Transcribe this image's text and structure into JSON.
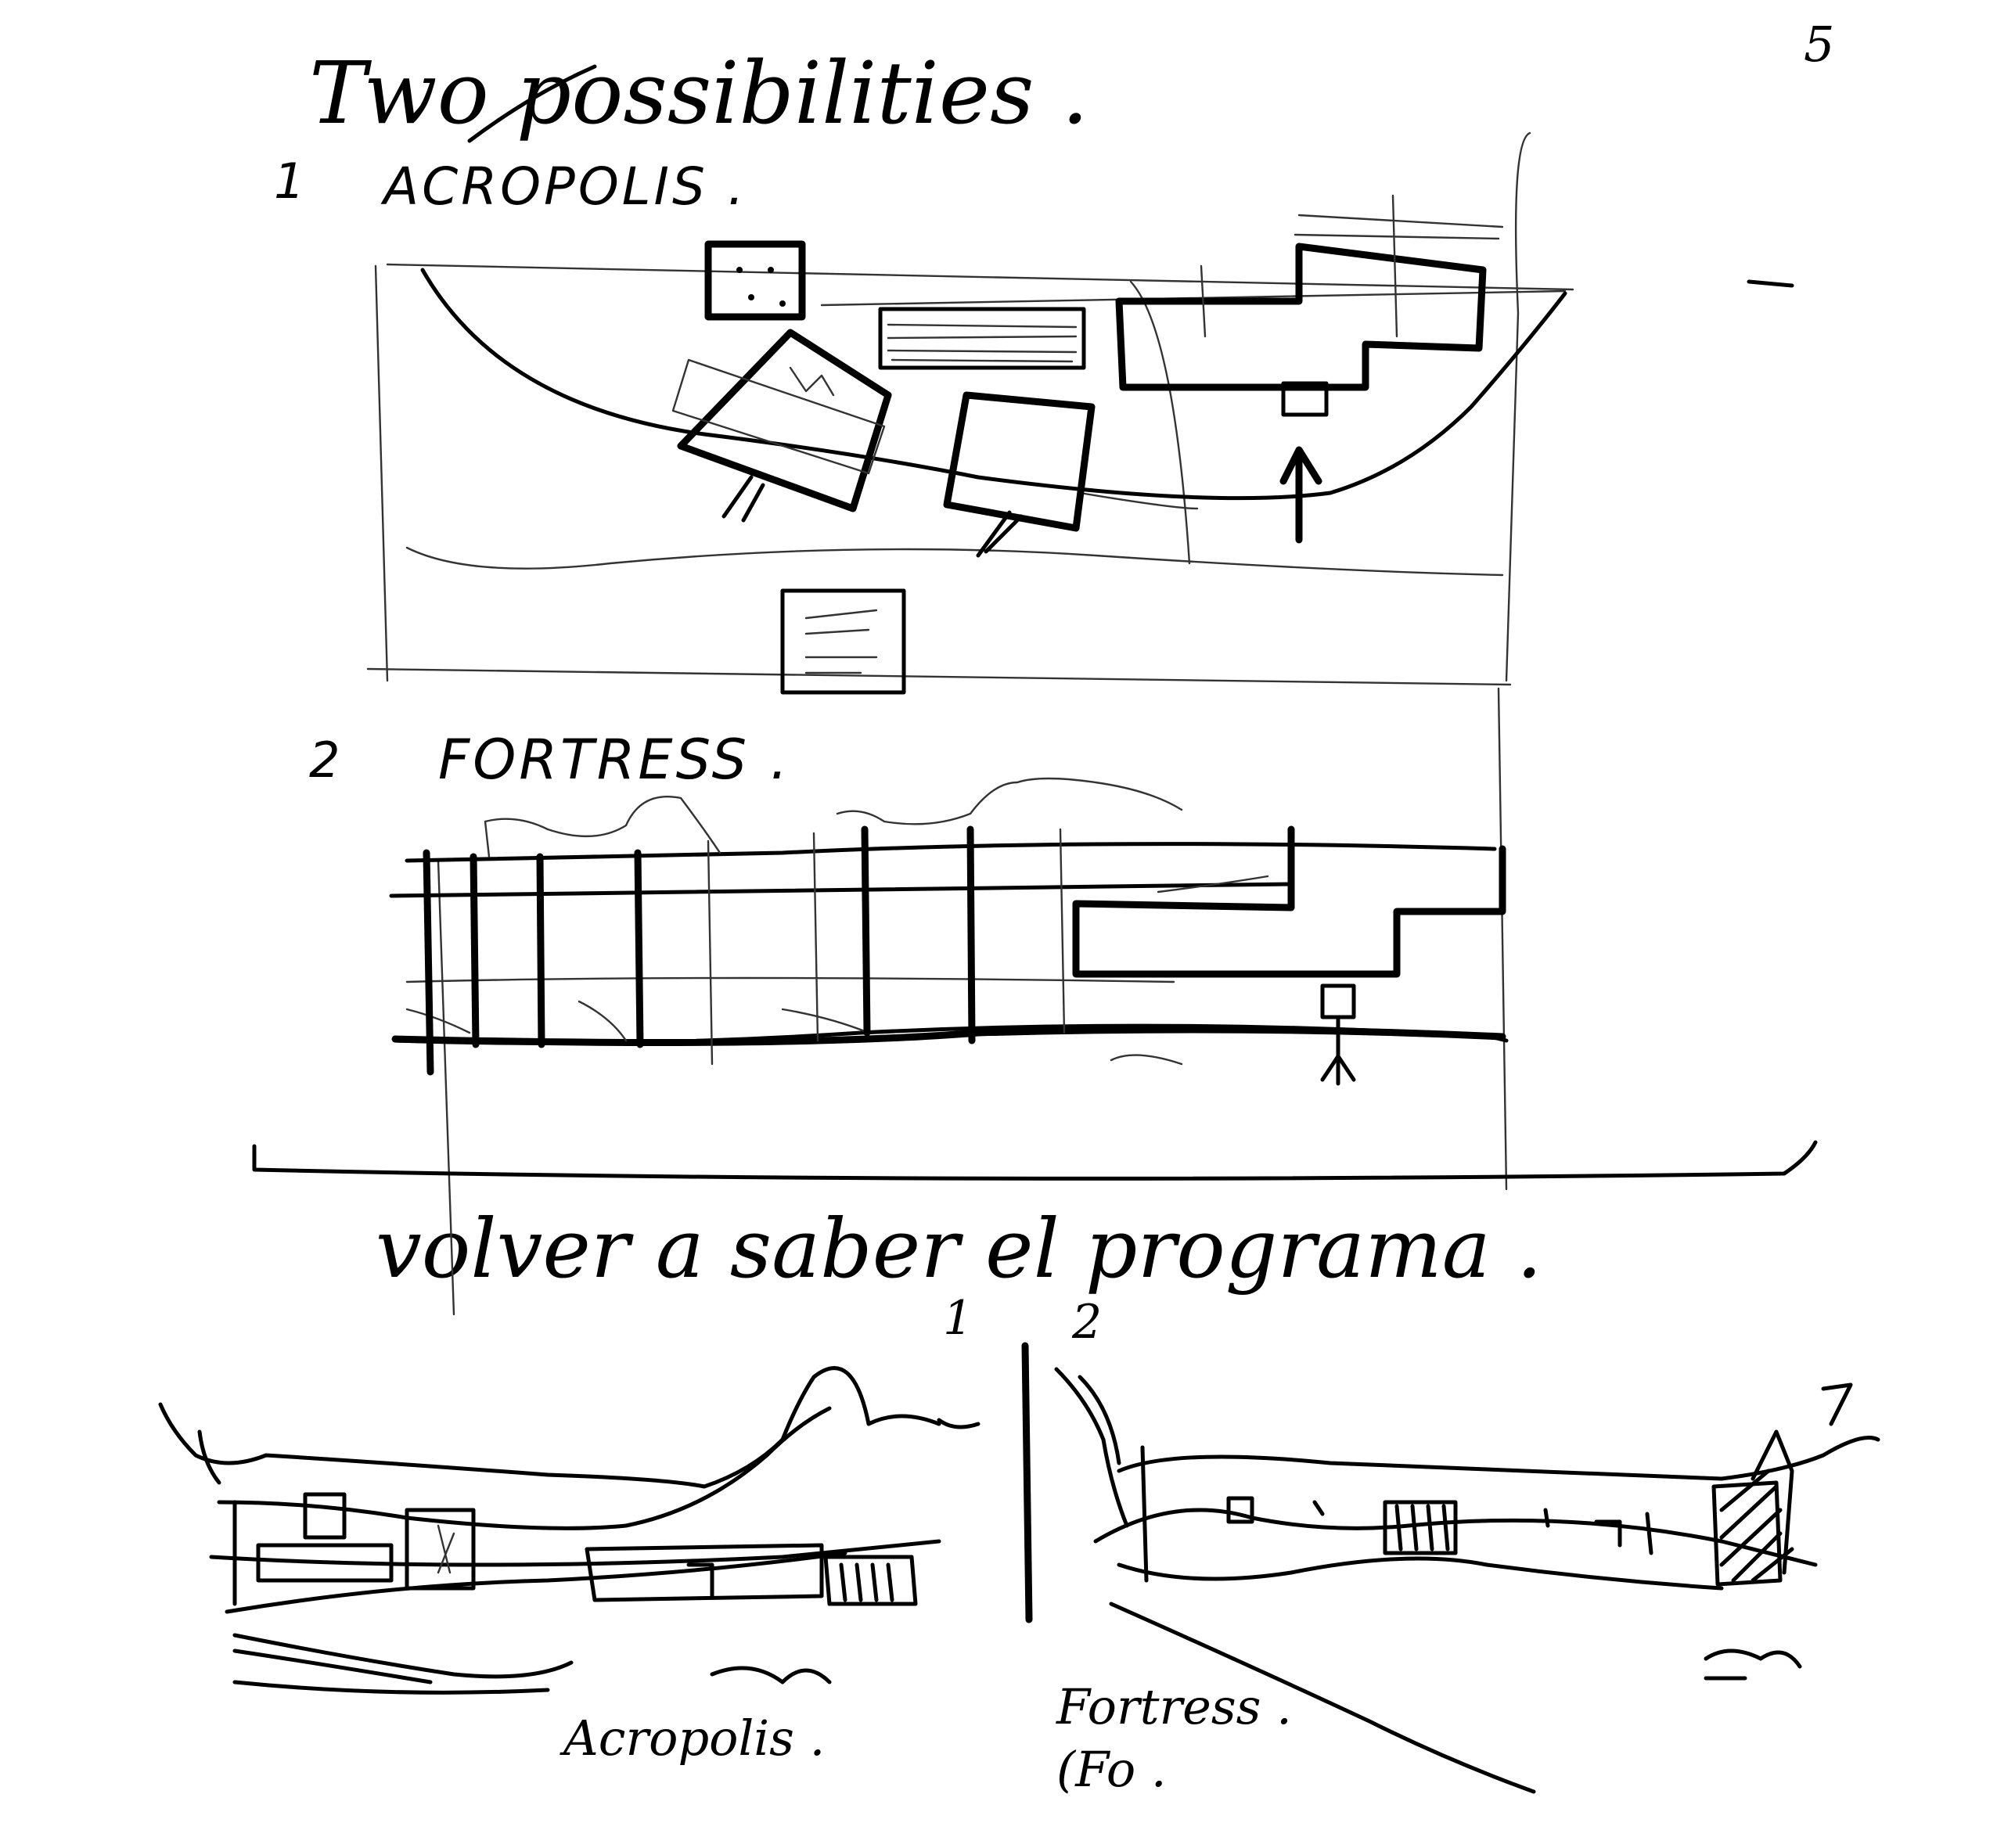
{
  "page_number": "5",
  "heading": "Two possibilities .",
  "option_1": {
    "number": "1",
    "label": "ACROPOLIS ."
  },
  "option_2": {
    "number": "2",
    "label": "FORTRESS ."
  },
  "program_note": "volver a saber el programa .",
  "perspective_numbers": {
    "left": "1",
    "right": "2"
  },
  "captions": {
    "left": "Acropolis .",
    "right": "Fortress .",
    "right_sub": "(Fo ."
  }
}
